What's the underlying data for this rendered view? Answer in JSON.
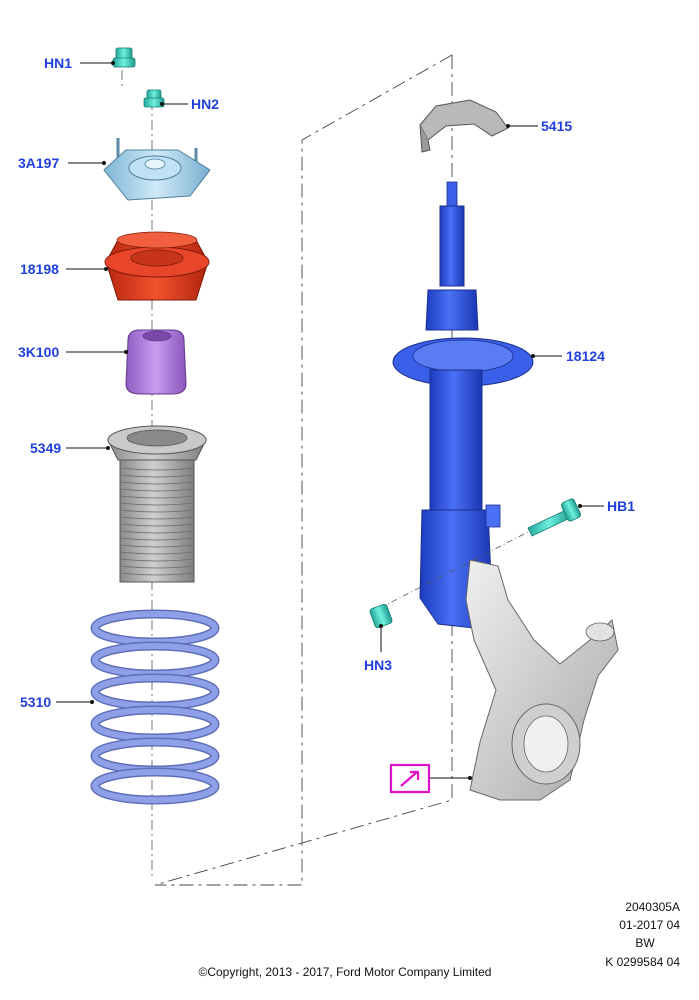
{
  "callouts": {
    "hn1": "HN1",
    "hn2": "HN2",
    "a3197": "3A197",
    "p18198": "18198",
    "k3100": "3K100",
    "p5349": "5349",
    "p5310": "5310",
    "p5415": "5415",
    "p18124": "18124",
    "hb1": "HB1",
    "hn3": "HN3"
  },
  "reference": {
    "line1": "2040305A",
    "line2": "01-2017 04",
    "line3": "BW",
    "line4": "K 0299584 04"
  },
  "copyright": "©Copyright, 2013 - 2017, Ford Motor Company Limited",
  "colors": {
    "callout": "#1f3fe0",
    "fastener": "#3fd6c4",
    "top_mount": "#a9d6ee",
    "spring_seat": "#e2331c",
    "bump_stop": "#b57fe0",
    "dust_boot": "#b4b4b4",
    "coil_spring": "#8ea0e8",
    "strut": "#2f55e6",
    "knuckle": "#d8d8d8",
    "marker": "#e010c8"
  },
  "icons": {
    "marker": "arrow-box-icon"
  }
}
